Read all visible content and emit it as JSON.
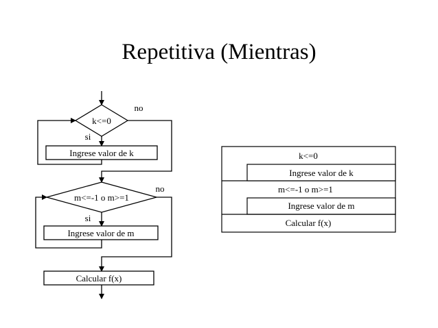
{
  "title": "Repetitiva (Mientras)",
  "flowchart": {
    "loop1": {
      "condition": "k<=0",
      "yes_label": "si",
      "no_label": "no",
      "body": "Ingrese valor de k"
    },
    "loop2": {
      "condition": "m<=-1 o m>=1",
      "yes_label": "si",
      "no_label": "no",
      "body": "Ingrese valor de m"
    },
    "final": "Calcular f(x)"
  },
  "nassi_shneiderman": {
    "loop1": {
      "condition": "k<=0",
      "body": "Ingrese valor de k"
    },
    "loop2": {
      "condition": "m<=-1 o m>=1",
      "body": "Ingrese valor de m"
    },
    "final": "Calcular f(x)"
  }
}
